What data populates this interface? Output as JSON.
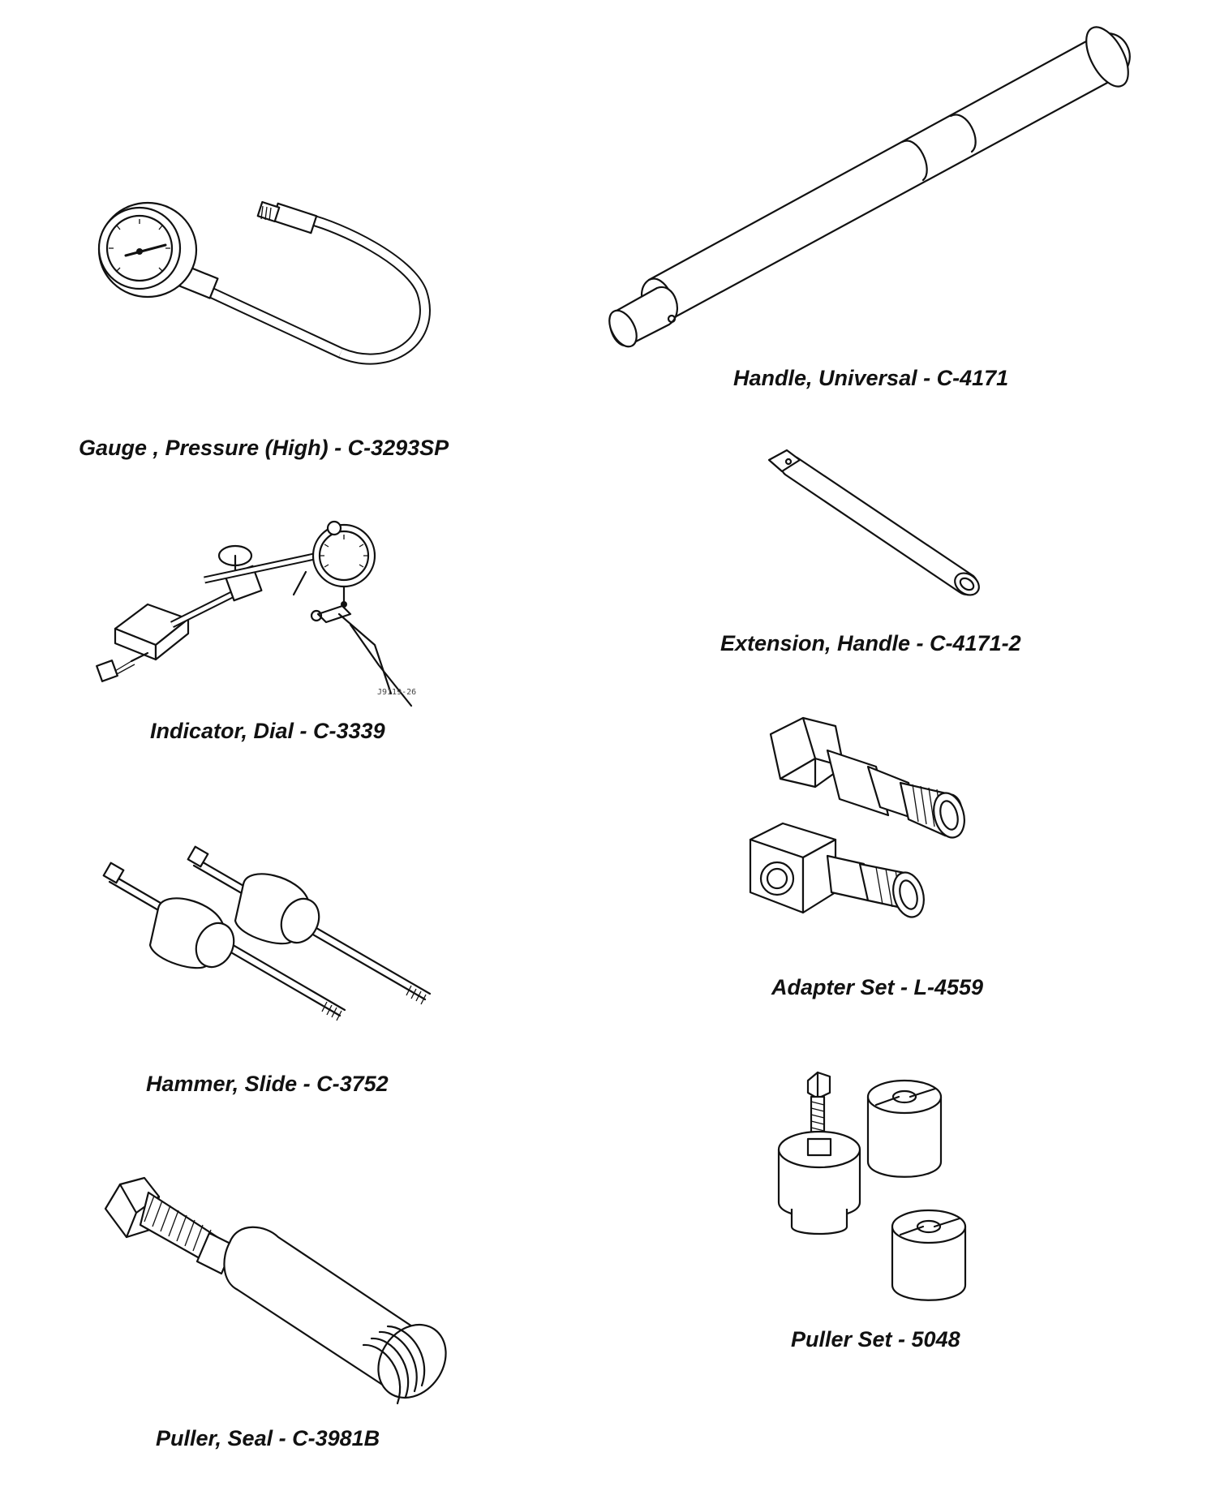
{
  "tools": [
    {
      "id": "gauge",
      "caption": "Gauge , Pressure (High) - C-3293SP",
      "icon": "pressure-gauge-icon"
    },
    {
      "id": "handle",
      "caption": "Handle, Universal - C-4171",
      "icon": "universal-handle-icon"
    },
    {
      "id": "indicator",
      "caption": "Indicator, Dial - C-3339",
      "icon": "dial-indicator-icon",
      "image_code": "J9119-26"
    },
    {
      "id": "extension",
      "caption": "Extension, Handle - C-4171-2",
      "icon": "handle-extension-icon"
    },
    {
      "id": "adapter",
      "caption": "Adapter Set - L-4559",
      "icon": "adapter-set-icon"
    },
    {
      "id": "hammer",
      "caption": "Hammer, Slide - C-3752",
      "icon": "slide-hammer-icon"
    },
    {
      "id": "puller_set",
      "caption": "Puller Set - 5048",
      "icon": "puller-set-icon"
    },
    {
      "id": "seal_puller",
      "caption": "Puller, Seal - C-3981B",
      "icon": "seal-puller-icon"
    }
  ],
  "colors": {
    "ink": "#111111",
    "paper": "#ffffff"
  }
}
